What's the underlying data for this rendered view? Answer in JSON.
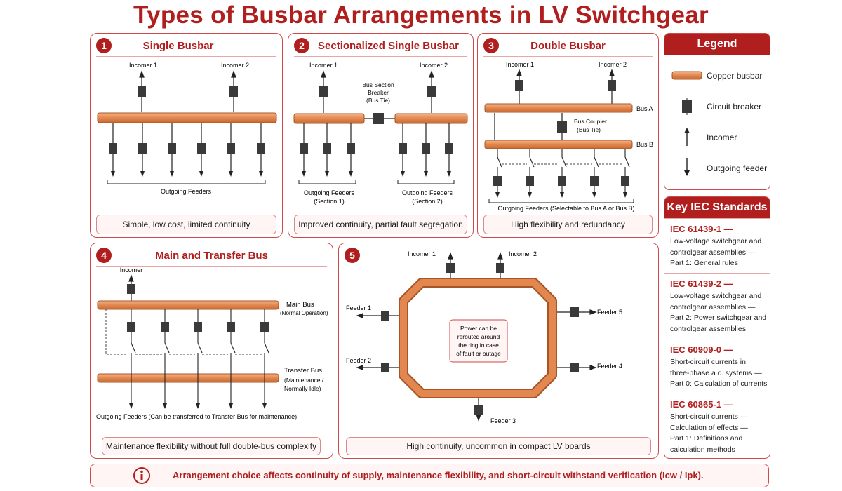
{
  "title": "Types of Busbar Arrangements in LV Switchgear",
  "colors": {
    "accent": "#b01e1e",
    "copper": "#e2874f",
    "copper_edge": "#a85424",
    "caption_bg": "#fff5f5",
    "breaker": "#3a3a3a"
  },
  "panels": [
    {
      "number": "1",
      "title": "Single Busbar",
      "caption": "Simple, low cost, limited continuity",
      "labels": {
        "incomer1": "Incomer 1",
        "incomer2": "Incomer 2",
        "feeders": "Outgoing Feeders"
      }
    },
    {
      "number": "2",
      "title": "Sectionalized Single Busbar",
      "caption": "Improved continuity, partial fault segregation",
      "labels": {
        "incomer1": "Incomer 1",
        "incomer2": "Incomer 2",
        "tie1": "Bus Section",
        "tie2": "Breaker",
        "tie3": "(Bus Tie)",
        "feeders1a": "Outgoing Feeders",
        "feeders1b": "(Section 1)",
        "feeders2a": "Outgoing Feeders",
        "feeders2b": "(Section 2)"
      }
    },
    {
      "number": "3",
      "title": "Double Busbar",
      "caption": "High flexibility and redundancy",
      "labels": {
        "incomer1": "Incomer 1",
        "incomer2": "Incomer 2",
        "busA": "Bus A",
        "busB": "Bus B",
        "coupler1": "Bus Coupler",
        "coupler2": "(Bus Tie)",
        "feeders": "Outgoing Feeders (Selectable to Bus A or Bus B)"
      }
    },
    {
      "number": "4",
      "title": "Main and Transfer Bus",
      "caption": "Maintenance flexibility without full double-bus complexity",
      "labels": {
        "incomer": "Incomer",
        "main1": "Main Bus",
        "main2": "(Normal Operation)",
        "transfer1": "Transfer Bus",
        "transfer2": "(Maintenance /",
        "transfer3": "Normally Idle)",
        "feeders": "Outgoing Feeders (Can be transferred to Transfer Bus for maintenance)"
      }
    },
    {
      "number": "5",
      "caption": "High continuity, uncommon in compact LV boards",
      "labels": {
        "incomer1": "Incomer 1",
        "incomer2": "Incomer 2",
        "feeder1": "Feeder 1",
        "feeder2": "Feeder 2",
        "feeder3": "Feeder 3",
        "feeder4": "Feeder 4",
        "feeder5": "Feeder 5",
        "note": [
          "Power can be",
          "rerouted around",
          "the ring in case",
          "of fault or outage"
        ]
      }
    }
  ],
  "legend": {
    "title": "Legend",
    "items": [
      {
        "icon": "copper-busbar-icon",
        "label": "Copper busbar"
      },
      {
        "icon": "circuit-breaker-icon",
        "label": "Circuit breaker"
      },
      {
        "icon": "arrow-up-icon",
        "label": "Incomer"
      },
      {
        "icon": "arrow-down-icon",
        "label": "Outgoing feeder"
      }
    ]
  },
  "standards": {
    "title": "Key IEC Standards",
    "items": [
      {
        "code": "IEC 61439-1 —",
        "lines": [
          "Low-voltage switchgear and",
          "controlgear assemblies —",
          "Part 1: General rules"
        ]
      },
      {
        "code": "IEC 61439-2 —",
        "lines": [
          "Low-voltage switchgear and",
          "controlgear assemblies —",
          "Part 2: Power switchgear and",
          "controlgear assemblies"
        ]
      },
      {
        "code": "IEC 60909-0 —",
        "lines": [
          "Short-circuit currents in",
          "three-phase a.c. systems —",
          "Part 0: Calculation of currents"
        ]
      },
      {
        "code": "IEC 60865-1 —",
        "lines": [
          "Short-circuit currents —",
          "Calculation of effects —",
          "Part 1: Definitions and",
          "calculation methods"
        ]
      }
    ]
  },
  "footer": {
    "icon": "info-icon",
    "text": "Arrangement choice affects continuity of supply, maintenance flexibility, and short-circuit withstand verification (Icw / Ipk)."
  }
}
